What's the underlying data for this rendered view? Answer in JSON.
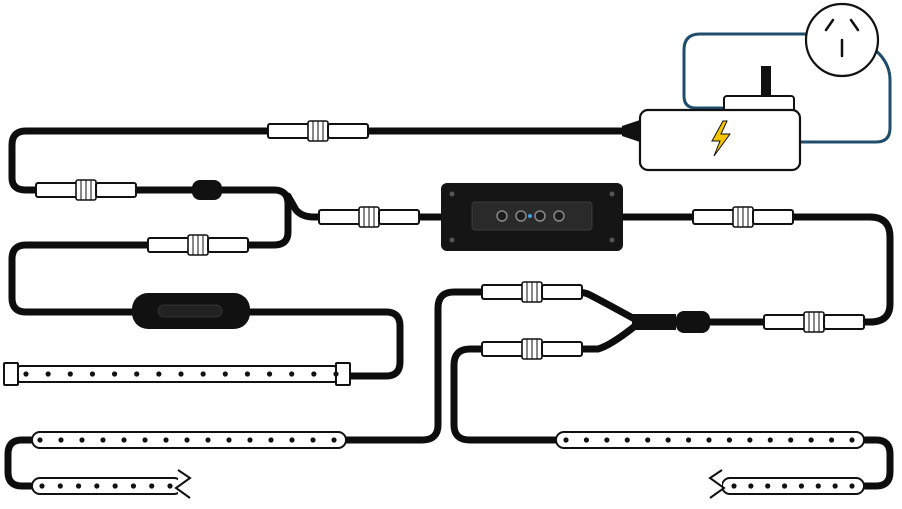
{
  "colors": {
    "cable": "#0d0d0d",
    "mains_cord": "#1f4d6b",
    "bolt": "#f5c400",
    "controller_body": "#151515",
    "controller_panel": "#2a2a2a",
    "indicator": "#3aa0e0",
    "background": "#ffffff"
  },
  "icons": {
    "power_outlet": "wall-outlet-icon",
    "adapter": "power-adapter-icon",
    "lightning": "lightning-bolt-icon",
    "controller": "led-controller-icon",
    "switch": "inline-switch-icon",
    "splitter": "y-splitter-icon",
    "connector": "inline-connector-icon",
    "led_strip": "led-strip-icon",
    "cut_mark": "cut-mark-icon"
  },
  "components": {
    "wall_outlet": 1,
    "power_adapter": 1,
    "controller": 1,
    "inline_switch": 1,
    "y_splitter": 1,
    "connectors": 8,
    "led_strips": 5
  }
}
